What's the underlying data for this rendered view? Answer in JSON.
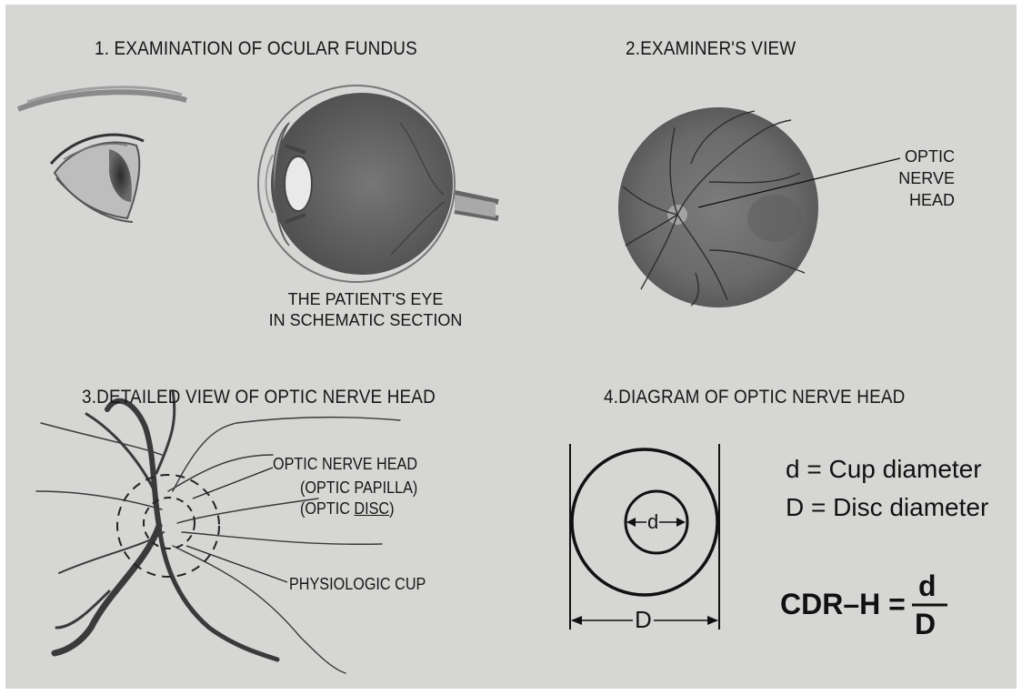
{
  "panels": {
    "p1": {
      "heading": "1. EXAMINATION OF OCULAR FUNDUS",
      "caption_line1": "THE PATIENT'S EYE",
      "caption_line2": "IN SCHEMATIC SECTION"
    },
    "p2": {
      "heading": "2.EXAMINER'S VIEW",
      "label_line1": "OPTIC",
      "label_line2": "NERVE",
      "label_line3": "HEAD"
    },
    "p3": {
      "heading": "3.DETAILED VIEW OF OPTIC NERVE HEAD",
      "onh_label": "OPTIC NERVE HEAD",
      "papilla_label": "(OPTIC PAPILLA)",
      "disc_prefix": "(OPTIC ",
      "disc_word": "DISC",
      "disc_suffix": ")",
      "cup_label": "PHYSIOLOGIC CUP"
    },
    "p4": {
      "heading": "4.DIAGRAM OF OPTIC NERVE HEAD",
      "cup_symbol": "d",
      "disc_symbol": "D",
      "legend_cup": "d = Cup diameter",
      "legend_disc": "D = Disc diameter",
      "formula_lhs": "CDR–H =",
      "formula_num": "d",
      "formula_den": "D"
    }
  }
}
